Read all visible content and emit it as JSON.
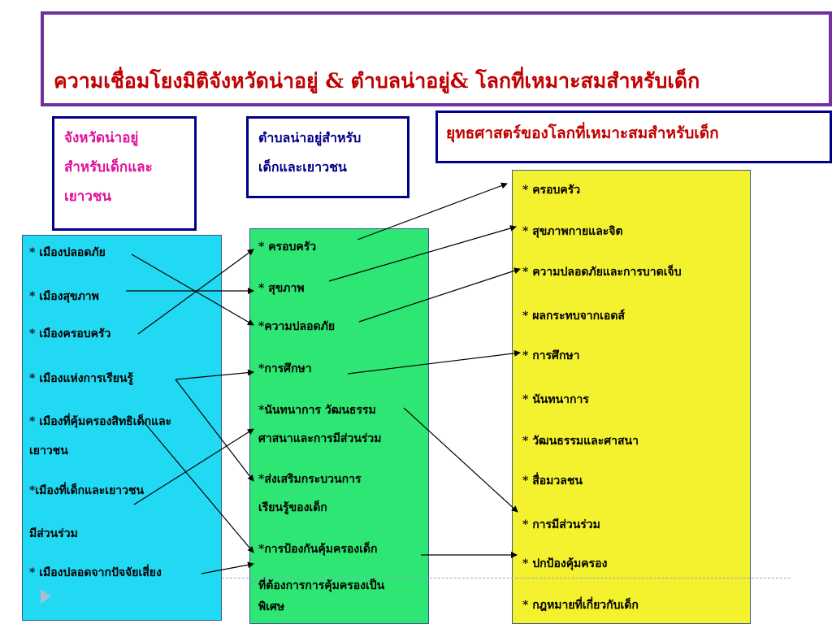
{
  "title": "ความเชื่อมโยงมิติจังหวัดน่าอยู่ & ตำบลน่าอยู่& โลกที่เหมาะสมสำหรับเด็ก",
  "headers": {
    "col1": [
      "จังหวัดน่าอยู่",
      "สำหรับเด็กและ",
      "เยาวชน"
    ],
    "col2": [
      "ตำบลน่าอยู่สำหรับ",
      "เด็กและเยาวชน"
    ],
    "col3": "ยุทธศาสตร์ของโลกที่เหมาะสมสำหรับเด็ก"
  },
  "column1": [
    "* เมืองปลอดภัย",
    "* เมืองสุขภาพ",
    "* เมืองครอบครัว",
    "* เมืองแห่งการเรียนรู้",
    "* เมืองที่คุ้มครองสิทธิเด็กและ",
    "เยาวชน",
    "*เมืองที่เด็กและเยาวชน",
    " มีส่วนร่วม",
    "* เมืองปลอดจากปัจจัยเสี่ยง"
  ],
  "column2": [
    "* ครอบครัว",
    "* สุขภาพ",
    "*ความปลอดภัย",
    "*การศึกษา",
    "*นันทนาการ วัฒนธรรม",
    "ศาสนาและการมีส่วนร่วม",
    "*ส่งเสริมกระบวนการ",
    "เรียนรู้ของเด็ก",
    "*การป้องกันคุ้มครองเด็ก",
    "ที่ต้องการการคุ้มครองเป็น",
    "พิเศษ"
  ],
  "column3": [
    "* ครอบครัว",
    "* สุขภาพกายและจิต",
    "* ความปลอดภัยและการบาดเจ็บ",
    "* ผลกระทบจากเอดส์",
    "* การศึกษา",
    "* นันทนาการ",
    "* วัฒนธรรมและศาสนา",
    "* สื่อมวลชน",
    "* การมีส่วนร่วม",
    "* ปกป้องคุ้มครอง",
    "* กฎหมายที่เกี่ยวกับเด็ก"
  ]
}
